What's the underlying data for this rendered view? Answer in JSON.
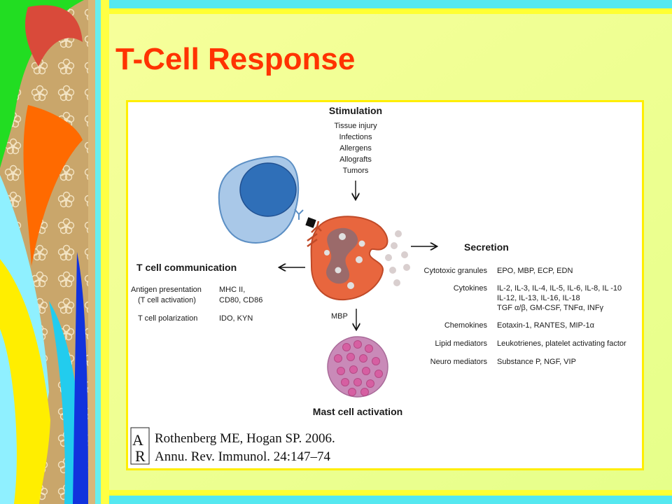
{
  "slide": {
    "title": "T-Cell Response",
    "colors": {
      "title": "#ff3300",
      "background": "#f4ff9a",
      "figure_border": "#ffee00",
      "eosinophil": "#e8663e",
      "t_cell": "#a9c8e8",
      "t_cell_nucleus": "#2f6fb8",
      "mast_cell": "#c98ab8"
    }
  },
  "figure": {
    "stimulation": {
      "heading": "Stimulation",
      "items": [
        "Tissue injury",
        "Infections",
        "Allergens",
        "Allografts",
        "Tumors"
      ]
    },
    "secretion": {
      "heading": "Secretion",
      "rows": [
        {
          "label": "Cytotoxic granules",
          "lines": [
            "EPO, MBP, ECP, EDN"
          ]
        },
        {
          "label": "Cytokines",
          "lines": [
            "IL-2, IL-3, IL-4, IL-5, IL-6, IL-8, IL -10",
            "IL-12, IL-13, IL-16, IL-18",
            "TGF α/β, GM-CSF, TNFα, INFγ"
          ]
        },
        {
          "label": "Chemokines",
          "lines": [
            "Eotaxin-1, RANTES, MIP-1α"
          ]
        },
        {
          "label": "Lipid mediators",
          "lines": [
            "Leukotrienes, platelet activating factor"
          ]
        },
        {
          "label": "Neuro mediators",
          "lines": [
            "Substance P, NGF, VIP"
          ]
        }
      ]
    },
    "t_cell_communication": {
      "heading": "T cell communication",
      "rows": [
        {
          "label_lines": [
            "Antigen presentation",
            "(T cell activation)"
          ],
          "value_lines": [
            "MHC II,",
            "CD80, CD86"
          ]
        },
        {
          "label_lines": [
            "T cell polarization"
          ],
          "value_lines": [
            "IDO, KYN"
          ]
        }
      ]
    },
    "mbp_label": "MBP",
    "mast_cell_label": "Mast cell activation",
    "citation": {
      "logo": "AR",
      "line1": "Rothenberg ME, Hogan SP. 2006.",
      "line2": "Annu. Rev. Immunol. 24:147–74"
    }
  }
}
